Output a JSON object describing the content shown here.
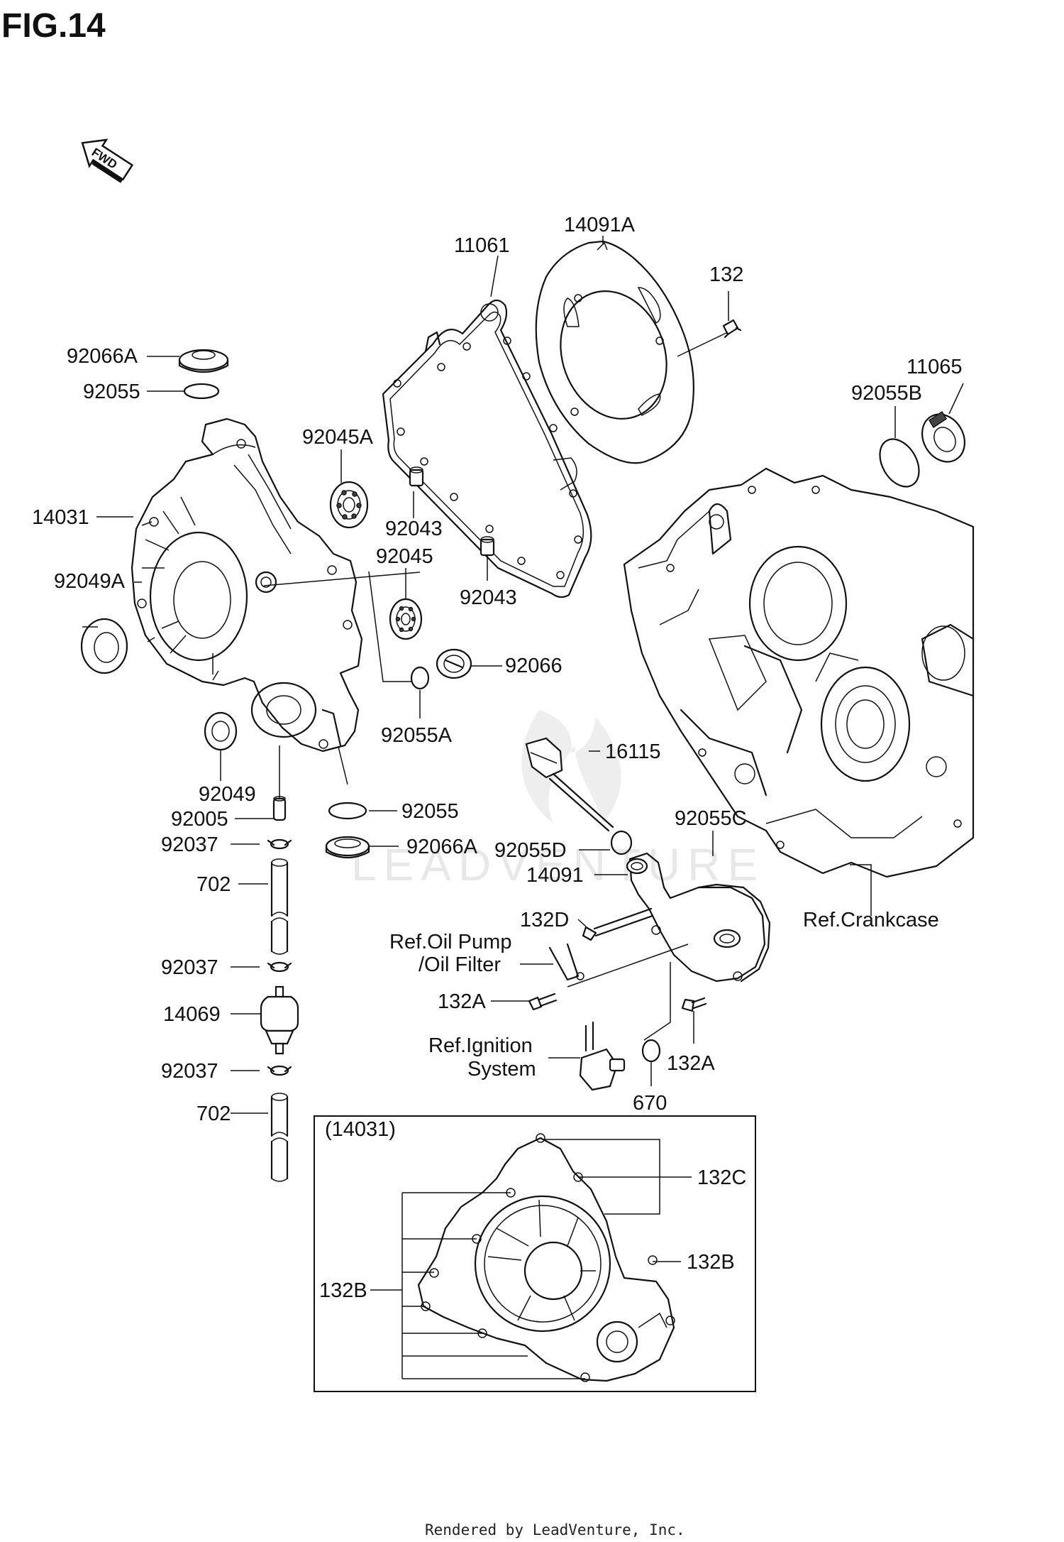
{
  "figure": {
    "title": "FIG.14"
  },
  "direction_marker": {
    "label": "FWD",
    "icon": "fwd-arrow-icon"
  },
  "parts": [
    {
      "id": "p11061",
      "label": "11061"
    },
    {
      "id": "p14091A",
      "label": "14091A"
    },
    {
      "id": "p132",
      "label": "132"
    },
    {
      "id": "p92066A_top",
      "label": "92066A"
    },
    {
      "id": "p92055_top",
      "label": "92055"
    },
    {
      "id": "p11065",
      "label": "11065"
    },
    {
      "id": "p92055B",
      "label": "92055B"
    },
    {
      "id": "p92045A",
      "label": "92045A"
    },
    {
      "id": "p14031",
      "label": "14031"
    },
    {
      "id": "p92043_a",
      "label": "92043"
    },
    {
      "id": "p92045",
      "label": "92045"
    },
    {
      "id": "p92049A",
      "label": "92049A"
    },
    {
      "id": "p92043_b",
      "label": "92043"
    },
    {
      "id": "p92066",
      "label": "92066"
    },
    {
      "id": "p92055A",
      "label": "92055A"
    },
    {
      "id": "p16115",
      "label": "16115"
    },
    {
      "id": "p92049",
      "label": "92049"
    },
    {
      "id": "p92005",
      "label": "92005"
    },
    {
      "id": "p92055_mid",
      "label": "92055"
    },
    {
      "id": "p92055C",
      "label": "92055C"
    },
    {
      "id": "p92037_a",
      "label": "92037"
    },
    {
      "id": "p92066A_mid",
      "label": "92066A"
    },
    {
      "id": "p92055D",
      "label": "92055D"
    },
    {
      "id": "p14091",
      "label": "14091"
    },
    {
      "id": "p702_a",
      "label": "702"
    },
    {
      "id": "p132D",
      "label": "132D"
    },
    {
      "id": "pRefCrankcase",
      "label": "Ref.Crankcase"
    },
    {
      "id": "pRefOilPump1",
      "label": "Ref.Oil Pump"
    },
    {
      "id": "pRefOilPump2",
      "label": "/Oil Filter"
    },
    {
      "id": "p92037_b",
      "label": "92037"
    },
    {
      "id": "p132A_a",
      "label": "132A"
    },
    {
      "id": "p14069",
      "label": "14069"
    },
    {
      "id": "pRefIgnition1",
      "label": "Ref.Ignition"
    },
    {
      "id": "pRefIgnition2",
      "label": "System"
    },
    {
      "id": "p92037_c",
      "label": "92037"
    },
    {
      "id": "p132A_b",
      "label": "132A"
    },
    {
      "id": "p670",
      "label": "670"
    },
    {
      "id": "p702_b",
      "label": "702"
    }
  ],
  "inset": {
    "title": "(14031)",
    "labels": {
      "c": "132C",
      "b_right": "132B",
      "b_left": "132B"
    }
  },
  "watermark": "LEADVENTURE",
  "footer": "Rendered by LeadVenture, Inc."
}
